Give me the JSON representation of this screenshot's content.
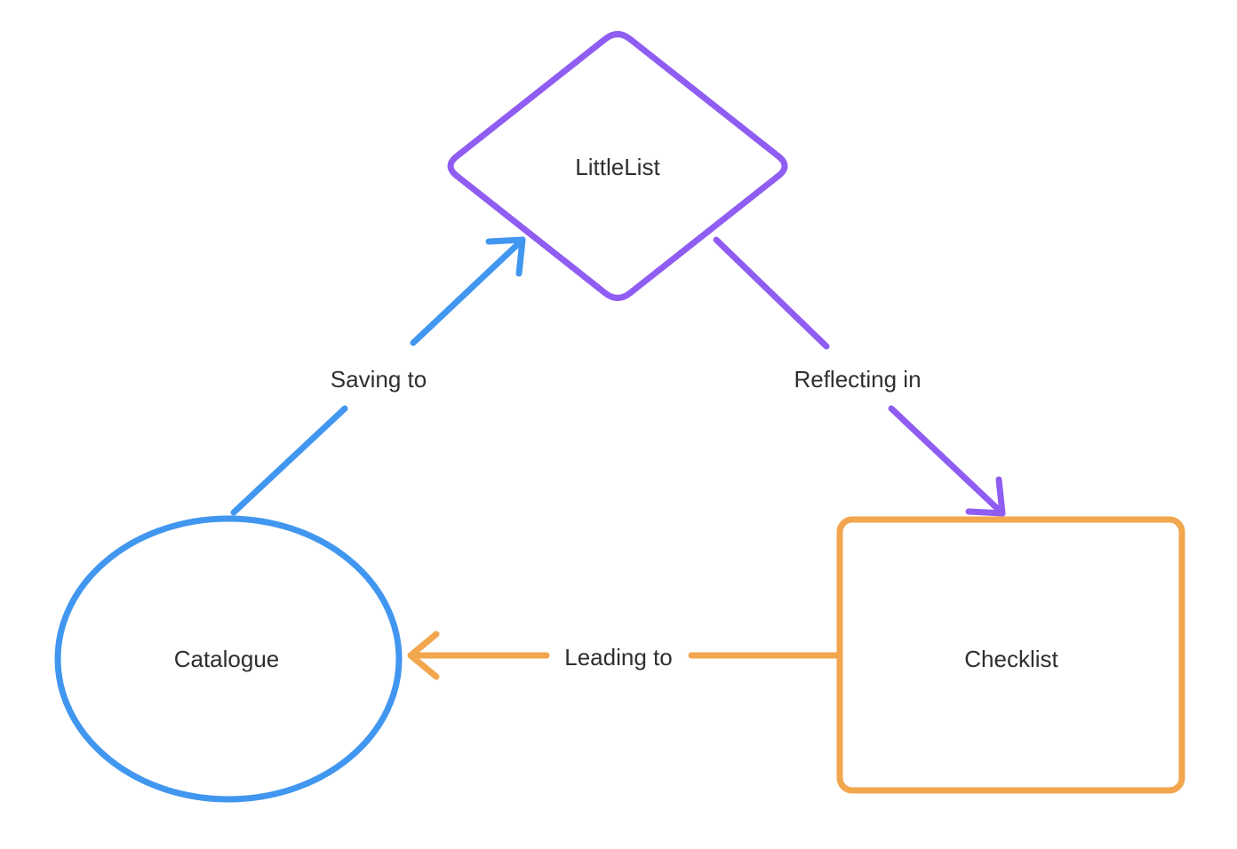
{
  "diagram": {
    "background": "#ffffff",
    "text_color": "#2f2f2f",
    "node_fill": "#ffffff",
    "nodes": [
      {
        "id": "littlelist",
        "label": "LittleList",
        "shape": "diamond",
        "color": "#8f5df2"
      },
      {
        "id": "catalogue",
        "label": "Catalogue",
        "shape": "ellipse",
        "color": "#4196f0"
      },
      {
        "id": "checklist",
        "label": "Checklist",
        "shape": "rectangle",
        "color": "#f2a64d"
      }
    ],
    "edges": [
      {
        "id": "saving-to",
        "label": "Saving to",
        "from": "catalogue",
        "to": "littlelist",
        "color": "#4196f0"
      },
      {
        "id": "reflecting-in",
        "label": "Reflecting in",
        "from": "littlelist",
        "to": "checklist",
        "color": "#8f5df2"
      },
      {
        "id": "leading-to",
        "label": "Leading to",
        "from": "checklist",
        "to": "catalogue",
        "color": "#f2a64d"
      }
    ]
  }
}
